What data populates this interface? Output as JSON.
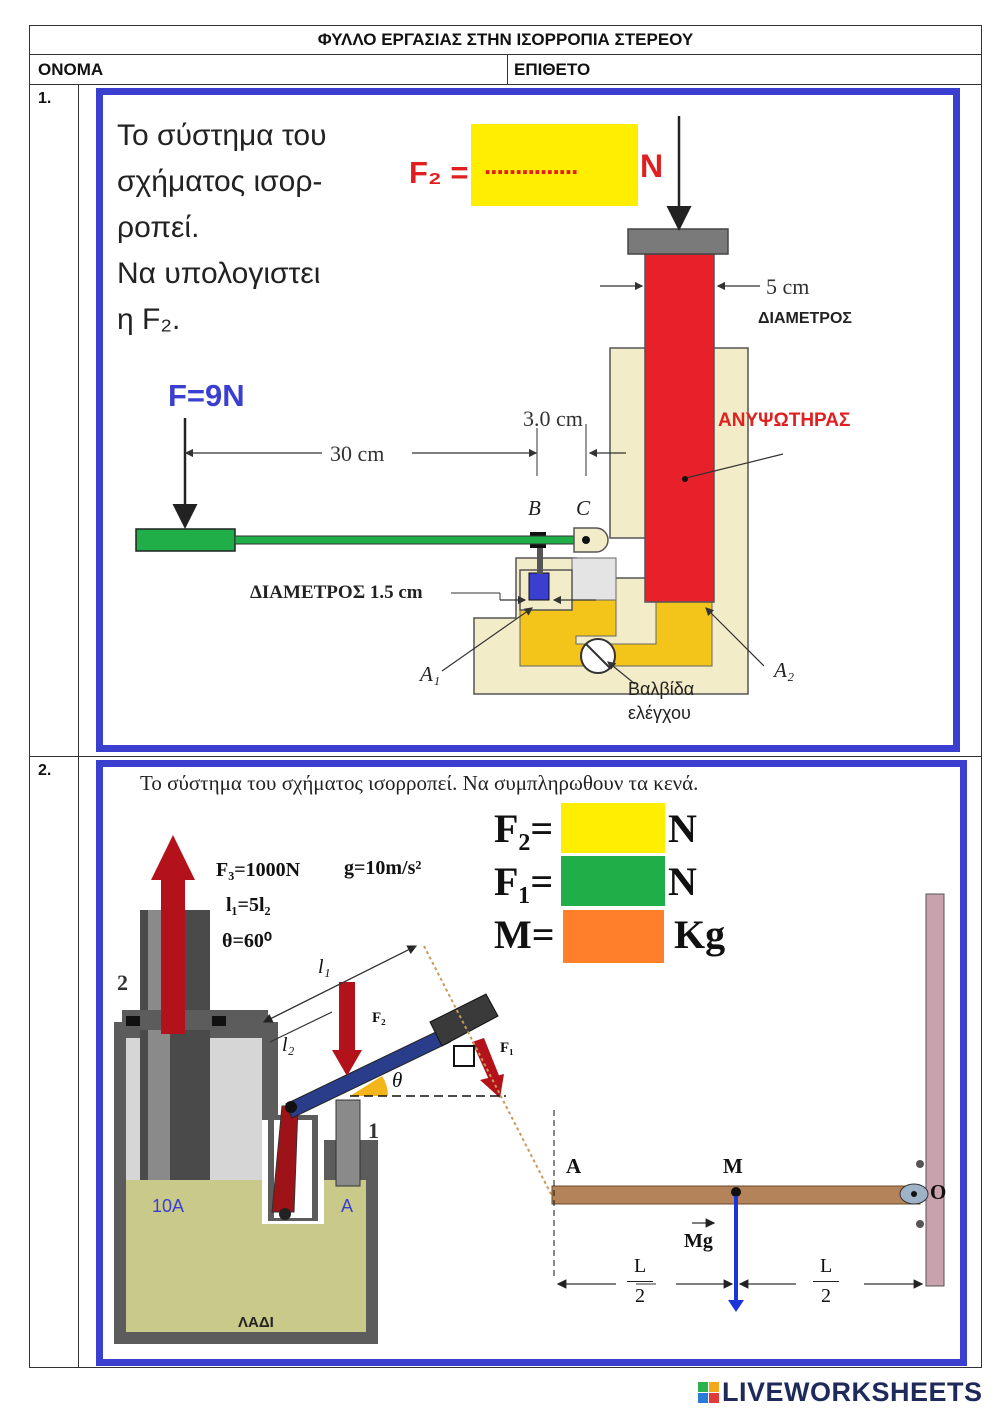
{
  "header": {
    "title": "ΦΥΛΛΟ ΕΡΓΑΣΙΑΣ ΣΤΗΝ ΙΣΟΡΡΟΠΙΑ ΣΤΕΡΕΟΥ",
    "name_label": "ΟΝΟΜΑ",
    "surname_label": "ΕΠΙΘΕΤΟ"
  },
  "exercise1": {
    "number": "1.",
    "text_lines": [
      "Το σύστημα του",
      "σχήματος ισορ-",
      "ροπεί.",
      "Να υπολογιστει",
      "η F₂."
    ],
    "answer_prefix": "F₂ =",
    "answer_dots": "...............",
    "answer_unit": "N",
    "force_label": "F=9N",
    "dim_30": "30 cm",
    "dim_3": "3.0 cm",
    "dim_5": "5 cm",
    "diam_big": "ΔΙΑΜΕΤΡΟΣ",
    "diam_small": "ΔΙΑΜΕΤΡΟΣ 1.5 cm",
    "lifter": "ΑΝΥΨΩΤΗΡΑΣ",
    "point_b": "B",
    "point_c": "C",
    "area_a1": "A₁",
    "area_a2": "A₂",
    "valve_line1": "Βαλβίδα",
    "valve_line2": "ελέγχου"
  },
  "exercise2": {
    "number": "2.",
    "statement": "Το σύστημα του σχήματος ισορροπεί. Να συμπληρωθουν τα κενά.",
    "f2_label": "F₂=",
    "f2_unit": "N",
    "f1_label": "F₁=",
    "f1_unit": "N",
    "m_label": "M=",
    "m_unit": "Kg",
    "f3": "F₃=1000N",
    "g": "g=10m/s²",
    "l_rel": "l₁=5l₂",
    "theta_val": "θ=60⁰",
    "num2": "2",
    "num1": "1",
    "area10a": "10A",
    "area_a": "A",
    "oil": "ΛΑΔΙ",
    "l1": "l₁",
    "l2": "l₂",
    "f2_arrow": "F₂",
    "f1_arrow": "F₁",
    "theta": "θ",
    "pt_a": "A",
    "pt_m": "M",
    "pt_o": "O",
    "mg": "Mg",
    "half_num": "L",
    "half_den": "2"
  },
  "colors": {
    "panel_border": "#3b3fcf",
    "yellow_box": "#ffee00",
    "green_box": "#1fae48",
    "orange_box": "#ff7f2a",
    "cylinder_red": "#e8202a",
    "oil_yellow": "#f3c51a",
    "body_tan": "#f3ecc8"
  },
  "footer": {
    "brand": "LIVEWORKSHEETS"
  }
}
